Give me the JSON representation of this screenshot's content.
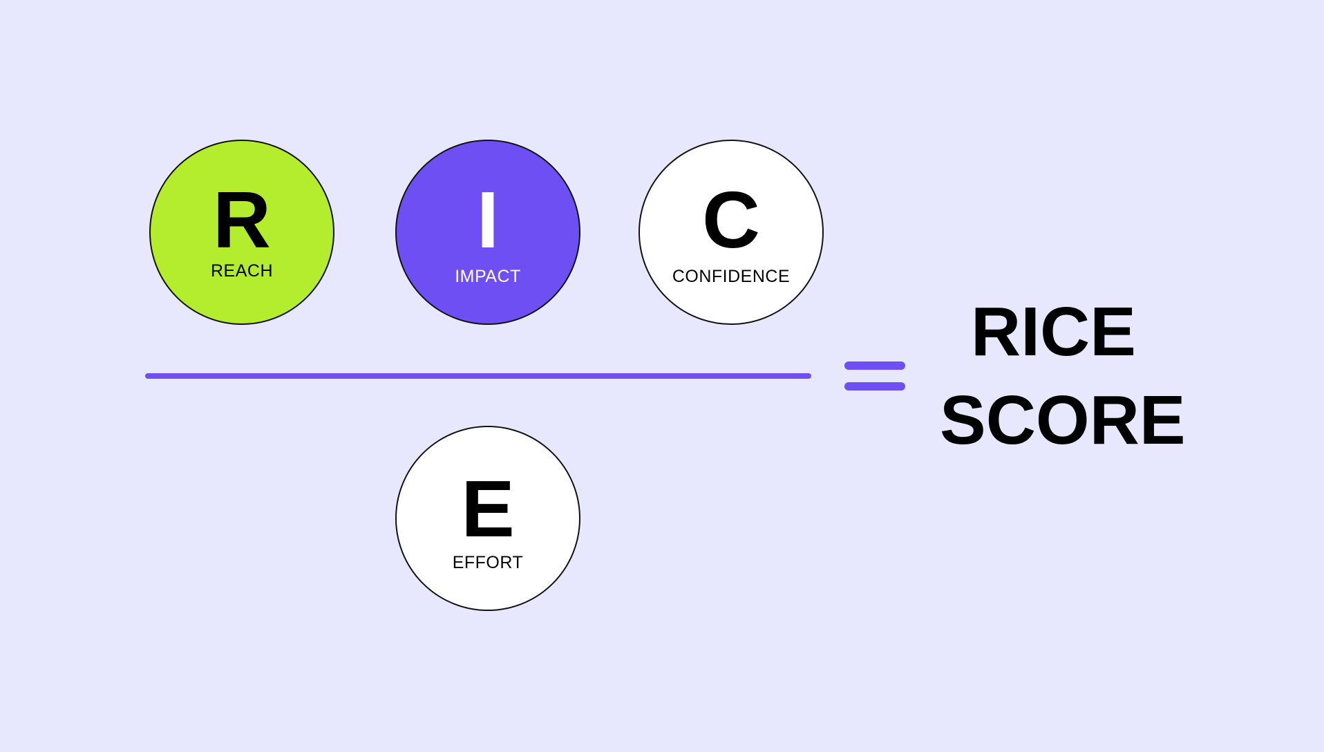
{
  "colors": {
    "background": "#E7E8FD",
    "reach_fill": "#B3ED2E",
    "impact_fill": "#6E4FF3",
    "neutral_fill": "#FFFFFF",
    "accent": "#6E4FF3",
    "text_dark": "#000000",
    "text_light": "#FFFFFF"
  },
  "numerator": [
    {
      "letter": "R",
      "label": "REACH"
    },
    {
      "letter": "I",
      "label": "IMPACT"
    },
    {
      "letter": "C",
      "label": "CONFIDENCE"
    }
  ],
  "denominator": {
    "letter": "E",
    "label": "EFFORT"
  },
  "result": {
    "line1": "RICE",
    "line2": "SCORE"
  }
}
